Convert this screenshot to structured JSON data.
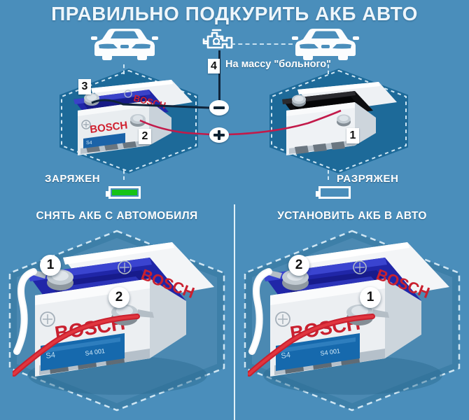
{
  "meta": {
    "colors": {
      "background": "#4a8ebb",
      "hex_panel": "#1d6a99",
      "text_white": "#ffffff",
      "badge_bg": "#ffffff",
      "badge_text": "#111111",
      "wire_negative": "#10243a",
      "wire_positive": "#c21a4a",
      "battery_charged_fill": "#16c316",
      "bosch_red": "#d0202f",
      "bosch_blue": "#1c2f9e",
      "divider": "#dff0f8"
    }
  },
  "header": {
    "title": "ПРАВИЛЬНО ПОДКУРИТЬ АКБ АВТО"
  },
  "top": {
    "icons": {
      "car_left": "car-front-icon",
      "car_right": "car-front-icon",
      "engine": "engine-block-icon"
    },
    "ground_step": {
      "number": "4",
      "label": "На массу \"больного\""
    },
    "poles": {
      "negative_symbol": "−",
      "positive_symbol": "+"
    },
    "left_battery": {
      "brand": "BOSCH",
      "status_label": "ЗАРЯЖЕН",
      "badge_negative": "3",
      "badge_positive": "2",
      "charge_indicator": "full"
    },
    "right_battery": {
      "brand": "",
      "status_label": "РАЗРЯЖЕН",
      "badge_positive": "1",
      "charge_indicator": "empty"
    }
  },
  "bottom": {
    "left_panel": {
      "title": "СНЯТЬ АКБ С АВТОМОБИЛЯ",
      "brand_top": "BOSCH",
      "brand_front": "BOSCH",
      "model_code": "S4 001",
      "badge_negative": "1",
      "badge_positive": "2"
    },
    "right_panel": {
      "title": "УСТАНОВИТЬ АКБ В АВТО",
      "brand_top": "BOSCH",
      "brand_front": "BOSCH",
      "model_code": "S4 001",
      "badge_negative": "2",
      "badge_positive": "1"
    }
  }
}
